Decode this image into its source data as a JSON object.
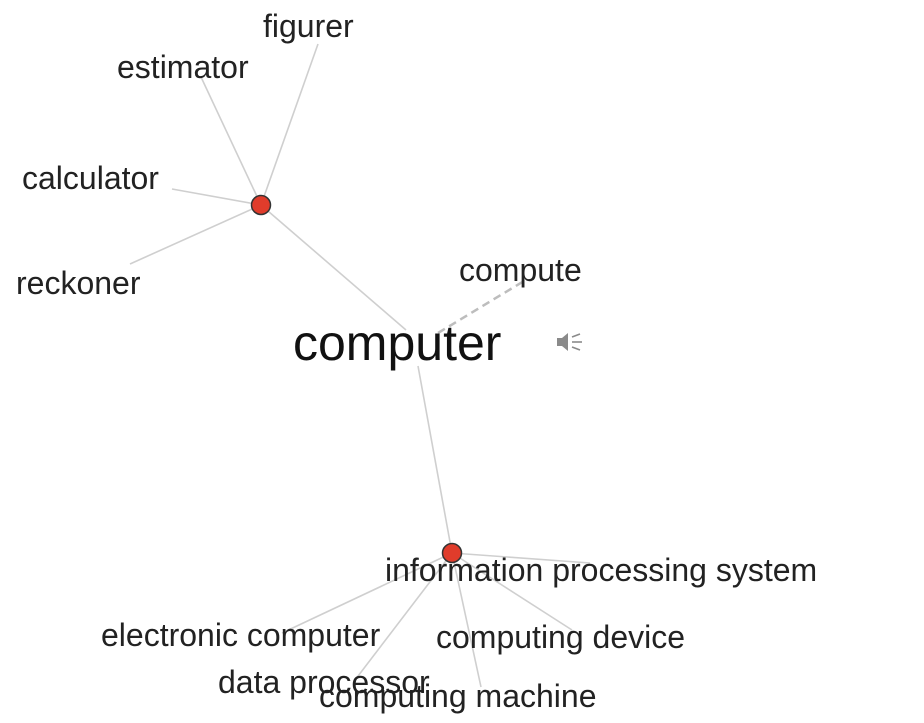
{
  "root": {
    "word": "computer",
    "speaker_icon": "speaker-icon"
  },
  "hubs": [
    {
      "id": "hub-top",
      "color": "#e03c2b",
      "words": [
        "figurer",
        "estimator",
        "calculator",
        "reckoner"
      ]
    },
    {
      "id": "hub-bottom",
      "color": "#e03c2b",
      "words": [
        "information processing system",
        "electronic computer",
        "computing device",
        "data processor",
        "computing machine"
      ]
    }
  ],
  "related": [
    "compute"
  ],
  "colors": {
    "edge": "#cfcfcf",
    "dashed_edge": "#bdbdbd",
    "node_fill": "#e03c2b",
    "node_stroke": "#333333",
    "text": "#222222"
  }
}
